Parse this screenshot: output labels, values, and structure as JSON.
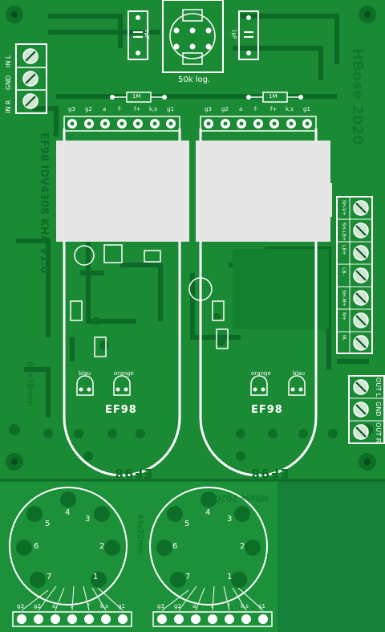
{
  "board": {
    "title_right": "HBose 2020",
    "title_mirror_top": "EF98 IDV4308 KHA V1.0",
    "title_mirror_bottom": "HBose 2020",
    "dims_left": "64x78mm",
    "dims_bottom": "44x32mm",
    "pot_label": "50k log.",
    "resistor_label": "1M",
    "cap_label": "1µF"
  },
  "input_connector": [
    "IN L",
    "GND",
    "IN R"
  ],
  "heater_connector": [
    "SH-V+",
    "SH-LB+",
    "LB+",
    "LB-",
    "SH-M+",
    "M+",
    "M-"
  ],
  "output_connector": [
    "OUT L",
    "GND",
    "OUT R"
  ],
  "tube_pins": [
    "g3",
    "g2",
    "a",
    "f-",
    "f+",
    "k,s",
    "g1"
  ],
  "socket_pins": [
    "1",
    "2",
    "3",
    "4",
    "5",
    "6",
    "7"
  ],
  "socket_pin_labels": [
    "g3",
    "g2",
    "a",
    "f",
    "f",
    "k,s",
    "g1"
  ],
  "tubes": [
    {
      "name": "EF98",
      "led_left": "blau",
      "led_right": "orange"
    },
    {
      "name": "EF98",
      "led_left": "orange",
      "led_right": "blau"
    }
  ],
  "mirror_tube_label": "EF98",
  "colors": {
    "pcb": "#1a8a35",
    "copper": "#0c6a26",
    "silk": "#ffffff",
    "pad": "#cfe8d3"
  }
}
